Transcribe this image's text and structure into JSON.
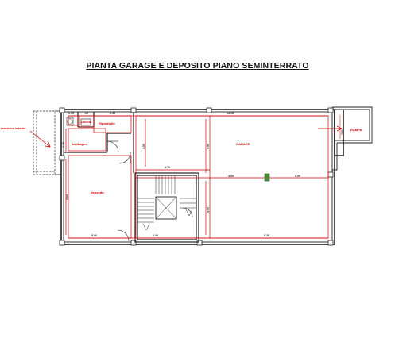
{
  "title": "PIANTA GARAGE E DEPOSITO PIANO SEMINTERRATO",
  "rooms": {
    "garage": "GARAGE",
    "deposito": "deposito",
    "rampa": "RAMPA",
    "ripostiglio": "Ripostiglio",
    "antibagno": "Antibagno",
    "doccia": "Doccia"
  },
  "annotations": {
    "ventilation": "areazione naturale"
  },
  "dimensions": {
    "d_1_35": "1.35",
    "d_10": ".10",
    "d_2_35": "2.35",
    "d_14_15": "14.15",
    "d_1_15": "1.15",
    "d_4_50_a": "4.50",
    "d_4_50_b": "4.50",
    "d_4_70": "4.70",
    "d_4_50_c": "4.50",
    "d_4_50_d": "4.50",
    "d_3_50": "3.50",
    "d_6_85": "6.85",
    "d_4_50_e": "4.50",
    "d_5_00": "5.00",
    "d_3_00": "3.00",
    "d_8_38": "8.38"
  },
  "colors": {
    "walls": "#222222",
    "dimension_lines": "#d10000",
    "fixture": "#4a8a3a",
    "rampa": "#cc0000"
  }
}
